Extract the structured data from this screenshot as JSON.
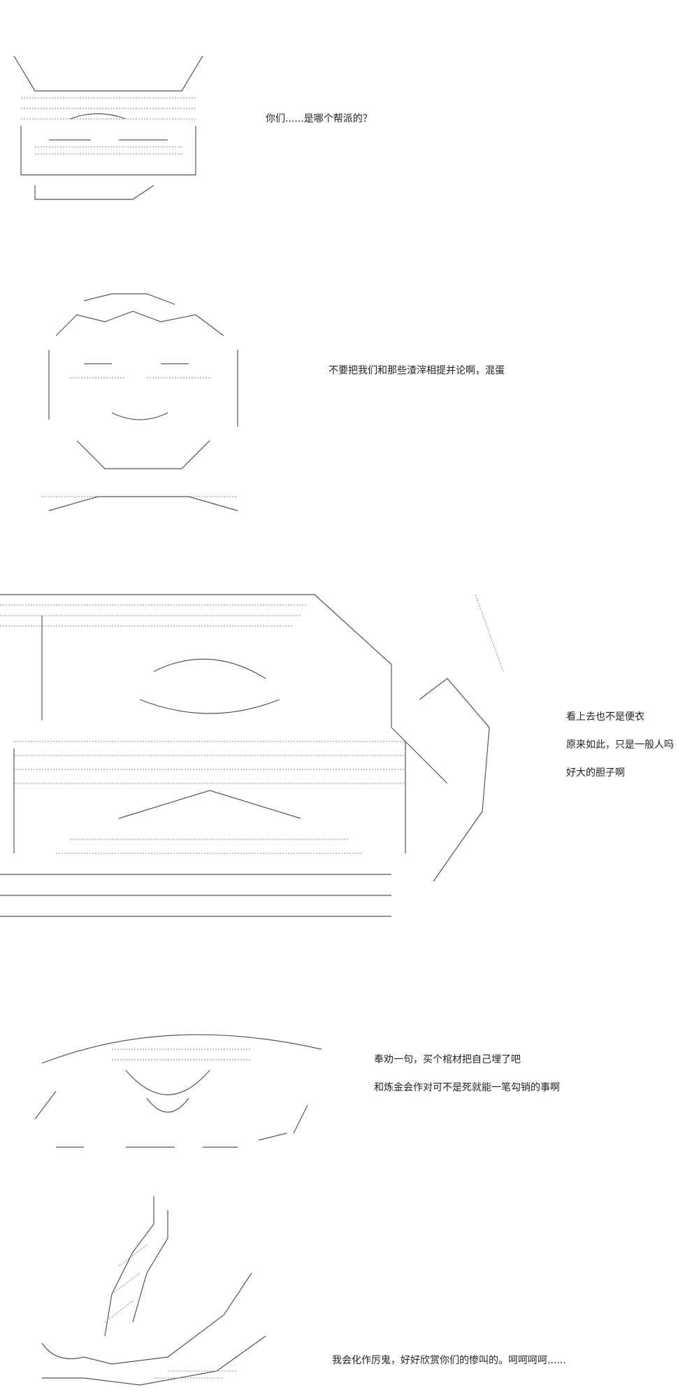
{
  "panels": [
    {
      "id": "p1",
      "lines": [
        "你们......是哪个帮派的？"
      ]
    },
    {
      "id": "p2",
      "lines": [
        "不要把我们和那些渣滓相提并论啊，混蛋"
      ]
    },
    {
      "id": "p3",
      "lines": [
        "看上去也不是便衣",
        "原来如此，只是一般人吗",
        "好大的胆子啊"
      ]
    },
    {
      "id": "p4",
      "lines": [
        "奉劝一句，买个棺材把自己埋了吧",
        "和炼金会作对可不是死就能一笔勾销的事啊"
      ]
    },
    {
      "id": "p5",
      "lines": [
        "我会化作厉鬼，好好欣赏你们的惨叫的。呵呵呵呵......"
      ]
    }
  ]
}
